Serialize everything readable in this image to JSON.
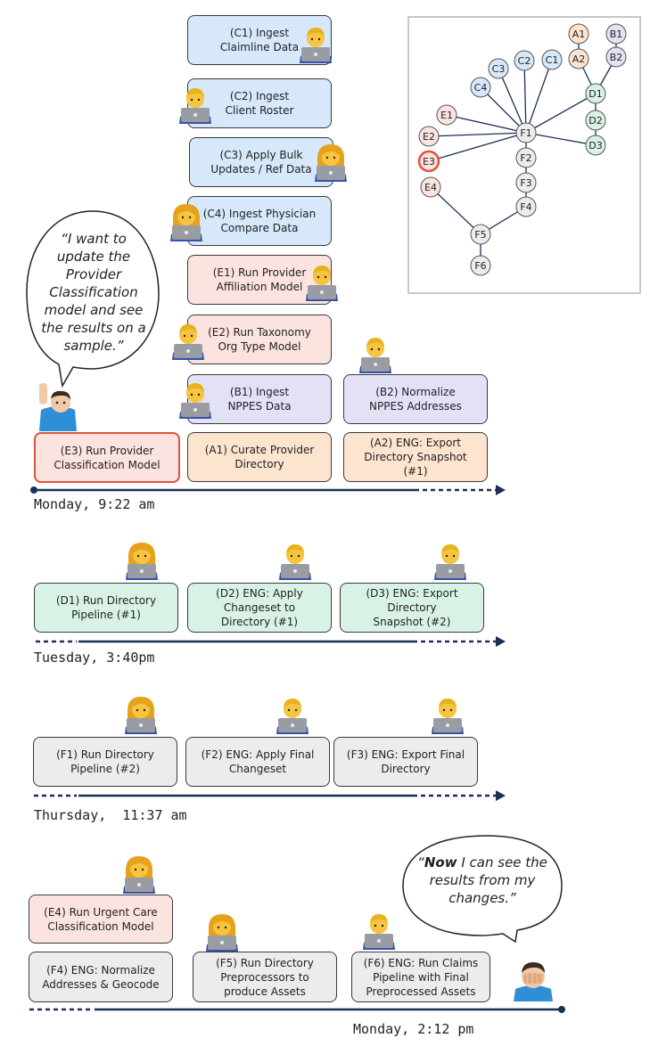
{
  "boxes": [
    {
      "id": "c1",
      "text": "(C1) Ingest\nClaimline Data"
    },
    {
      "id": "c2",
      "text": "(C2) Ingest\nClient Roster"
    },
    {
      "id": "c3",
      "text": "(C3) Apply Bulk\nUpdates / Ref Data"
    },
    {
      "id": "c4",
      "text": "(C4) Ingest Physician\nCompare Data"
    },
    {
      "id": "e1",
      "text": "(E1) Run Provider\nAffiliation Model"
    },
    {
      "id": "e2",
      "text": "(E2) Run Taxonomy\nOrg Type Model"
    },
    {
      "id": "b1",
      "text": "(B1) Ingest\nNPPES Data"
    },
    {
      "id": "b2",
      "text": "(B2) Normalize\nNPPES Addresses"
    },
    {
      "id": "e3",
      "text": "(E3) Run Provider\nClassification Model"
    },
    {
      "id": "a1",
      "text": "(A1) Curate Provider\nDirectory"
    },
    {
      "id": "a2",
      "text": "(A2) ENG: Export\nDirectory Snapshot (#1)"
    },
    {
      "id": "d1",
      "text": "(D1) Run Directory\nPipeline (#1)"
    },
    {
      "id": "d2",
      "text": "(D2) ENG: Apply\nChangeset to\nDirectory (#1)"
    },
    {
      "id": "d3",
      "text": "(D3) ENG: Export\nDirectory\nSnapshot (#2)"
    },
    {
      "id": "f1",
      "text": "(F1) Run Directory\nPipeline (#2)"
    },
    {
      "id": "f2",
      "text": "(F2) ENG: Apply Final\nChangeset"
    },
    {
      "id": "f3",
      "text": "(F3) ENG: Export Final\nDirectory"
    },
    {
      "id": "e4",
      "text": "(E4) Run Urgent Care\nClassification Model"
    },
    {
      "id": "f4",
      "text": "(F4) ENG: Normalize\nAddresses & Geocode"
    },
    {
      "id": "f5",
      "text": "(F5) Run Directory\nPreprocessors to\nproduce Assets"
    },
    {
      "id": "f6",
      "text": "(F6) ENG: Run Claims\nPipeline with Final\nPreprocessed Assets"
    }
  ],
  "timelines": [
    "Monday, 9:22 am",
    "Tuesday, 3:40pm",
    "Thursday,  11:37 am",
    "Monday, 2:12 pm"
  ],
  "quotes": {
    "start": "“I want to update the Provider Classification model and see the results on a sample.”",
    "end_emph": "Now",
    "end_rest": " I can see the results from my changes.”",
    "end_open": "“"
  },
  "graph_nodes": [
    "A1",
    "A2",
    "B1",
    "B2",
    "C1",
    "C2",
    "C3",
    "C4",
    "D1",
    "D2",
    "D3",
    "E1",
    "E2",
    "E3",
    "E4",
    "F1",
    "F2",
    "F3",
    "F4",
    "F5",
    "F6"
  ],
  "colors": {
    "blue": "#d6e8fa",
    "pink": "#fbe3e0",
    "purple": "#e2e1f6",
    "orange": "#fce4cf",
    "green": "#d8f3e6",
    "gray": "#ececec",
    "highlight": "#e0533c",
    "timeline": "#1c2f55"
  }
}
